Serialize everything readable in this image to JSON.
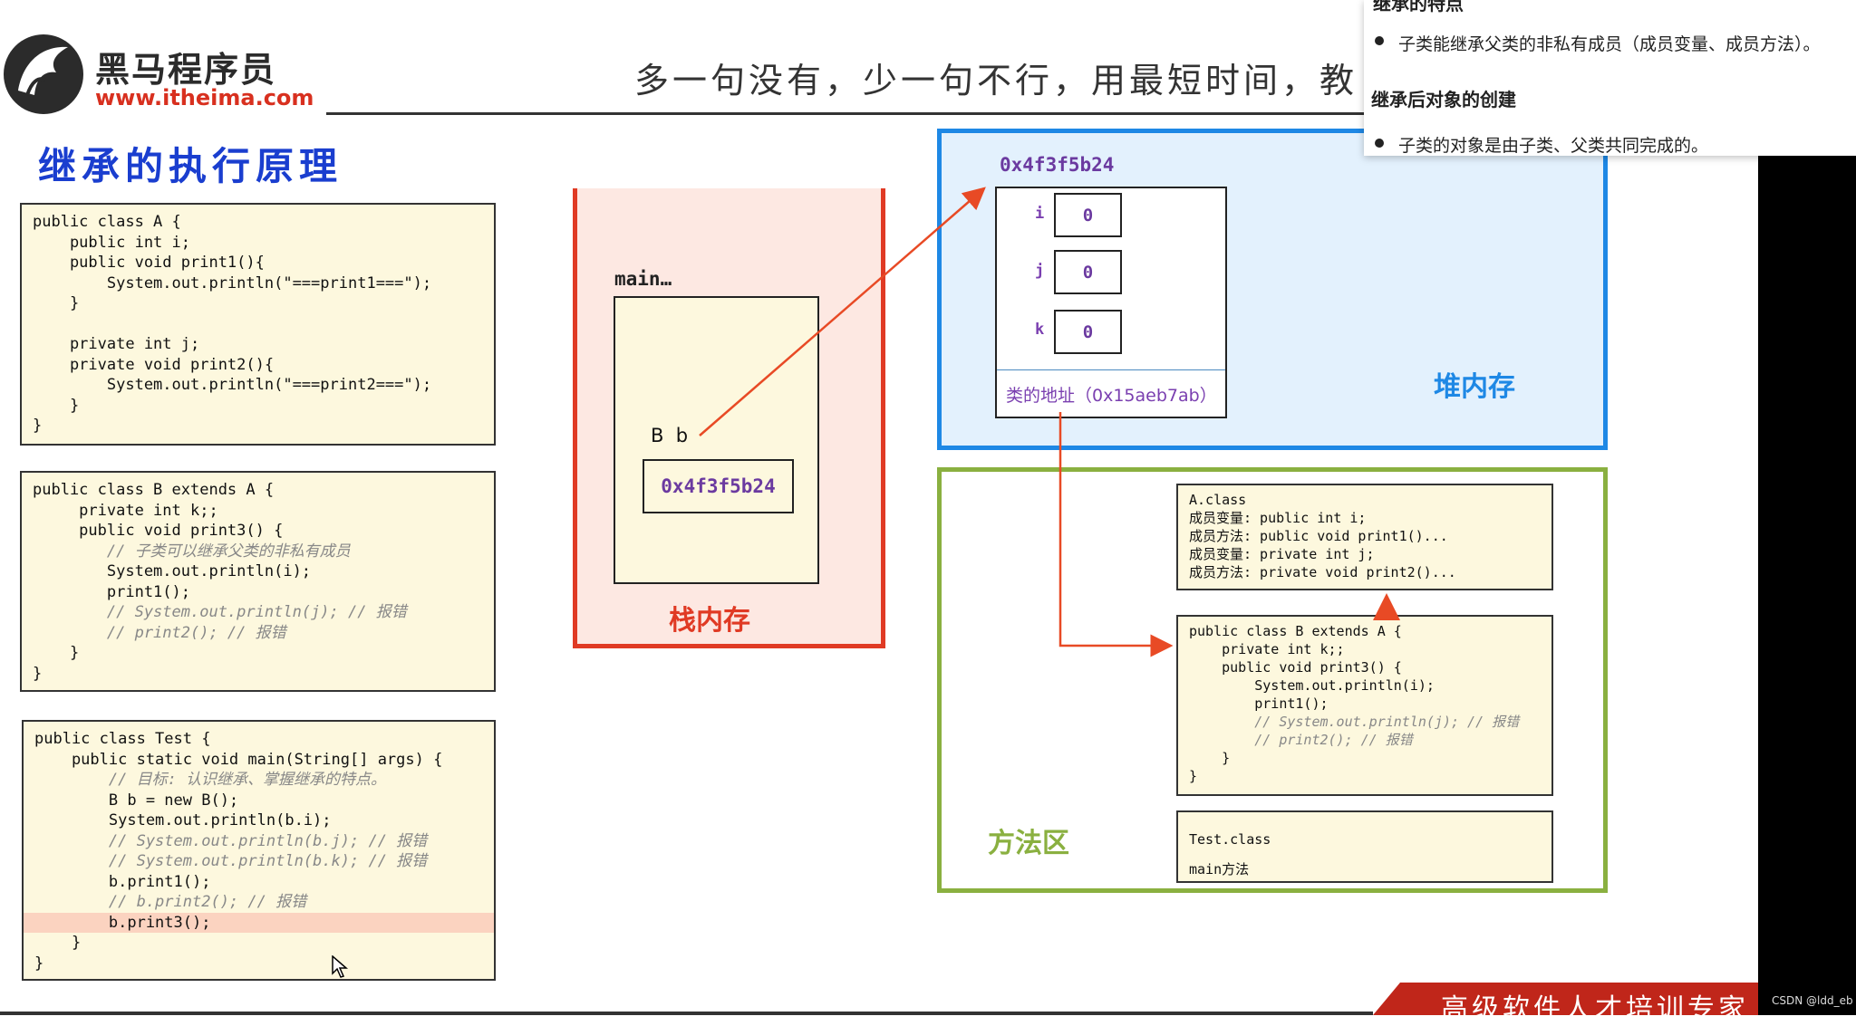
{
  "logo": {
    "cn": "黑马程序员",
    "url": "www.itheima.com"
  },
  "header": {
    "slogan": "多一句没有，少一句不行，用最短时间，教"
  },
  "slide": {
    "title": "继承的执行原理"
  },
  "code_a": [
    "public class A {",
    "    public int i;",
    "    public void print1(){",
    "        System.out.println(\"===print1===\");",
    "    }",
    "",
    "    private int j;",
    "    private void print2(){",
    "        System.out.println(\"===print2===\");",
    "    }",
    "}"
  ],
  "code_b": [
    "public class B extends A {",
    "     private int k;;",
    "     public void print3() {",
    "        // 子类可以继承父类的非私有成员",
    "        System.out.println(i);",
    "        print1();",
    "        // System.out.println(j); // 报错",
    "        // print2(); // 报错",
    "    }",
    "}"
  ],
  "code_test": [
    "public class Test {",
    "    public static void main(String[] args) {",
    "        // 目标: 认识继承、掌握继承的特点。",
    "        B b = new B();",
    "        System.out.println(b.i);",
    "        // System.out.println(b.j); // 报错",
    "        // System.out.println(b.k); // 报错",
    "        b.print1();",
    "        // b.print2(); // 报错",
    "        b.print3();",
    "    }",
    "}"
  ],
  "stack": {
    "label": "栈内存",
    "frame_label": "main…",
    "var_label": "B  b",
    "var_value": "0x4f3f5b24"
  },
  "heap": {
    "label": "堆内存",
    "address": "0x4f3f5b24",
    "fields": [
      {
        "name": "i",
        "value": "0"
      },
      {
        "name": "j",
        "value": "0"
      },
      {
        "name": "k",
        "value": "0"
      }
    ],
    "class_address": "类的地址（0x15aeb7ab）"
  },
  "method_area": {
    "label": "方法区",
    "a_class": [
      "A.class",
      "成员变量: public int i;",
      "成员方法: public void print1()...",
      "成员变量: private int j;",
      "成员方法: private void print2()..."
    ],
    "b_class": [
      "public class B extends A {",
      "    private int k;;",
      "    public void print3() {",
      "        System.out.println(i);",
      "        print1();",
      "        // System.out.println(j); // 报错",
      "        // print2(); // 报错",
      "    }",
      "}"
    ],
    "test_class_name": "Test.class",
    "test_class_method": "main方法"
  },
  "popup": {
    "heading_top": "继承的特点",
    "bullet1": "子类能继承父类的非私有成员（成员变量、成员方法）。",
    "heading2": "继承后对象的创建",
    "bullet2": "子类的对象是由子类、父类共同完成的。"
  },
  "footer": {
    "banner": "高级软件人才培训专家",
    "watermark": "CSDN @ldd_eb"
  },
  "colors": {
    "stack_border": "#e03a24",
    "stack_bg": "#fde8e2",
    "heap_border": "#1e88e5",
    "heap_bg": "#e3f1fd",
    "method_border": "#8ab040",
    "title_blue": "#1a3ecf",
    "arrow": "#e84a25"
  }
}
